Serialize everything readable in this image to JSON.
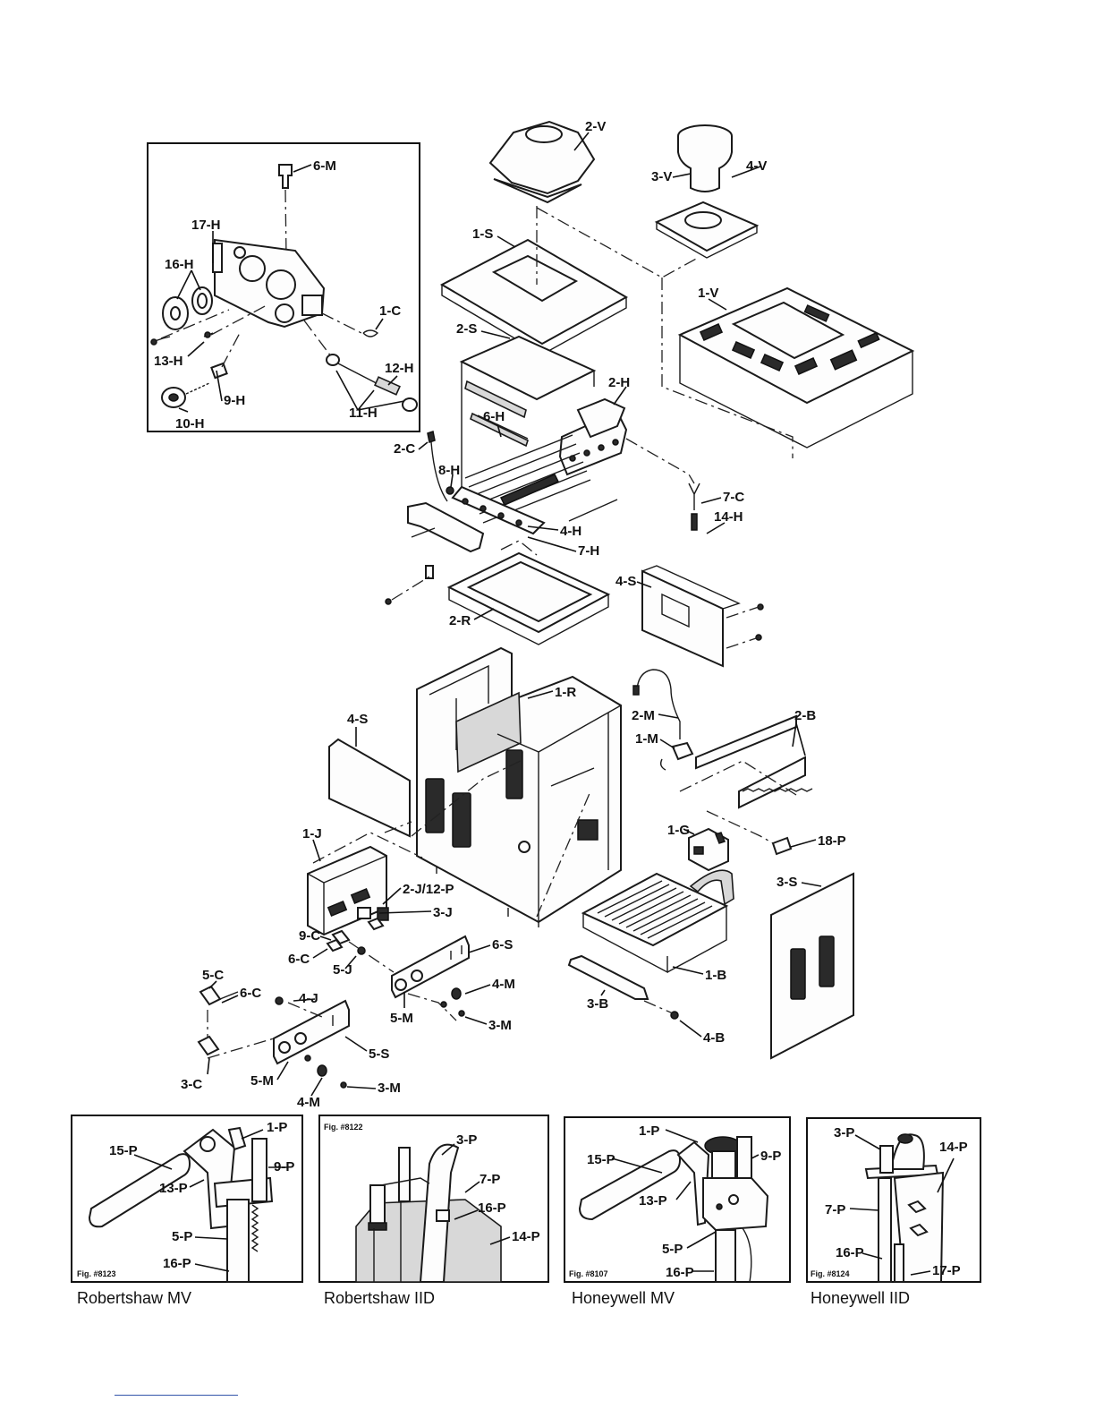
{
  "labels": {
    "detail_box": [
      "6-M",
      "17-H",
      "16-H",
      "1-C",
      "13-H",
      "12-H",
      "9-H",
      "11-H",
      "10-H"
    ],
    "top": [
      "2-V",
      "3-V",
      "4-V",
      "1-S",
      "1-V",
      "2-S",
      "2-H",
      "6-H",
      "2-C",
      "8-H",
      "7-C",
      "14-H",
      "4-H",
      "7-H",
      "4-S",
      "2-R"
    ],
    "middle": [
      "1-R",
      "4-S",
      "2-M",
      "2-B",
      "1-M",
      "1-G",
      "18-P",
      "1-J",
      "2-J/12-P",
      "3-J",
      "3-S",
      "9-C",
      "6-C",
      "5-J",
      "6-S",
      "1-B",
      "5-C",
      "6-C",
      "4-J",
      "4-M",
      "3-B",
      "5-M",
      "3-M",
      "4-B",
      "5-S",
      "3-C",
      "5-M",
      "3-M",
      "4-M"
    ]
  },
  "insets": [
    {
      "fig": "Fig. #8123",
      "caption": "Robertshaw MV",
      "labels": [
        "1-P",
        "15-P",
        "9-P",
        "13-P",
        "5-P",
        "16-P"
      ]
    },
    {
      "fig": "Fig. #8122",
      "caption": "Robertshaw IID",
      "labels": [
        "3-P",
        "7-P",
        "16-P",
        "14-P"
      ]
    },
    {
      "fig": "Fig. #8107",
      "caption": "Honeywell MV",
      "labels": [
        "1-P",
        "15-P",
        "9-P",
        "13-P",
        "5-P",
        "16-P"
      ]
    },
    {
      "fig": "Fig. #8124",
      "caption": "Honeywell IID",
      "labels": [
        "3-P",
        "14-P",
        "7-P",
        "16-P",
        "17-P"
      ]
    }
  ]
}
